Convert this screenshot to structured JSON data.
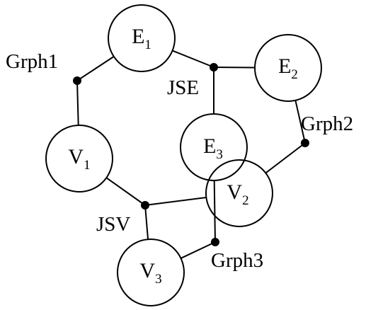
{
  "diagram": {
    "nodes": [
      {
        "id": "E1",
        "letter": "E",
        "sub": "1"
      },
      {
        "id": "E2",
        "letter": "E",
        "sub": "2"
      },
      {
        "id": "E3",
        "letter": "E",
        "sub": "3"
      },
      {
        "id": "V1",
        "letter": "V",
        "sub": "1"
      },
      {
        "id": "V2",
        "letter": "V",
        "sub": "2"
      },
      {
        "id": "V3",
        "letter": "V",
        "sub": "3"
      }
    ],
    "junctions": [
      {
        "id": "Grph1",
        "label": "Grph1"
      },
      {
        "id": "JSE",
        "label": "JSE"
      },
      {
        "id": "Grph2",
        "label": "Grph2"
      },
      {
        "id": "JSV",
        "label": "JSV"
      },
      {
        "id": "Grph3",
        "label": "Grph3"
      }
    ],
    "edges": [
      [
        "Grph1",
        "E1"
      ],
      [
        "Grph1",
        "V1"
      ],
      [
        "JSE",
        "E1"
      ],
      [
        "JSE",
        "E2"
      ],
      [
        "JSE",
        "E3"
      ],
      [
        "Grph2",
        "E2"
      ],
      [
        "Grph2",
        "V2"
      ],
      [
        "JSV",
        "V1"
      ],
      [
        "JSV",
        "V2"
      ],
      [
        "JSV",
        "V3"
      ],
      [
        "Grph3",
        "E3"
      ],
      [
        "Grph3",
        "V3"
      ]
    ],
    "colors": {
      "stroke": "#000000",
      "fill": "#ffffff"
    }
  }
}
